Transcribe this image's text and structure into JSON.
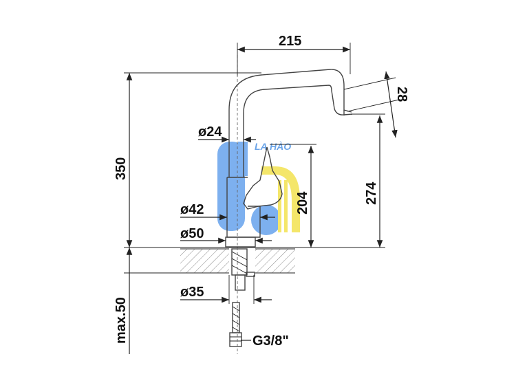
{
  "dimensions": {
    "width_top": "215",
    "spout_tip": "28",
    "total_height": "350",
    "spout_height": "274",
    "lever_height": "204",
    "diameter_top": "ø24",
    "diameter_body": "ø42",
    "diameter_base": "ø50",
    "diameter_shank": "ø35",
    "max_counter": "max.50",
    "thread": "G3/8\""
  },
  "watermark": {
    "text": "LA HÀO",
    "blue": "#5b9be6",
    "yellow": "#f3e45a"
  },
  "colors": {
    "line": "#222222",
    "hatch": "#8a8a8a"
  }
}
